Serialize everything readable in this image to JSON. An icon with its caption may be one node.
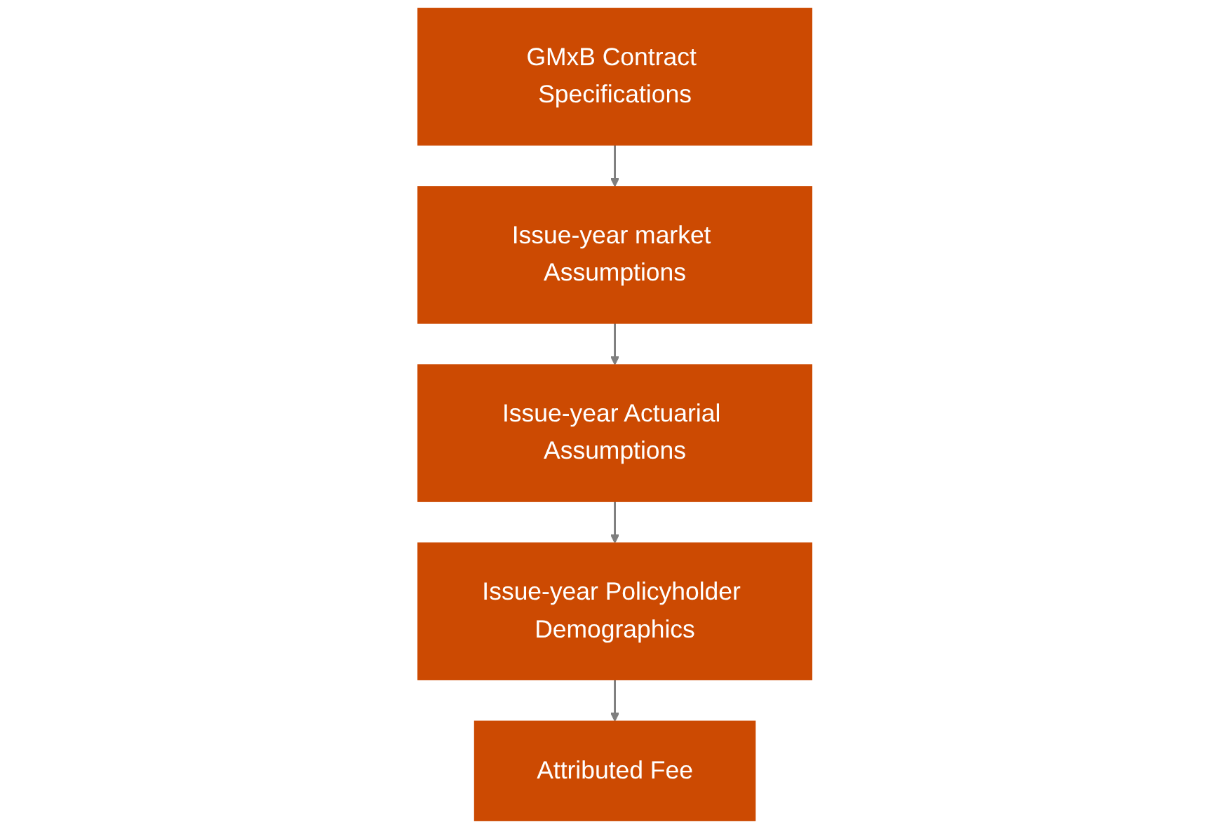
{
  "diagram": {
    "nodes": [
      {
        "text": [
          "GMxB Contract Specifications"
        ]
      },
      {
        "text": [
          "Issue-year market Assumptions"
        ]
      },
      {
        "text": [
          "Issue-year Actuarial Assumptions"
        ]
      },
      {
        "text": [
          "Issue-year Policyholder Demographics"
        ]
      },
      {
        "text": [
          "Attributed Fee"
        ]
      }
    ],
    "edges": [
      {
        "from": 0,
        "to": 1,
        "arrow": "to"
      },
      {
        "from": 1,
        "to": 2,
        "arrow": "to"
      },
      {
        "from": 2,
        "to": 3,
        "arrow": "to"
      },
      {
        "from": 3,
        "to": 4,
        "arrow": "to"
      }
    ]
  }
}
